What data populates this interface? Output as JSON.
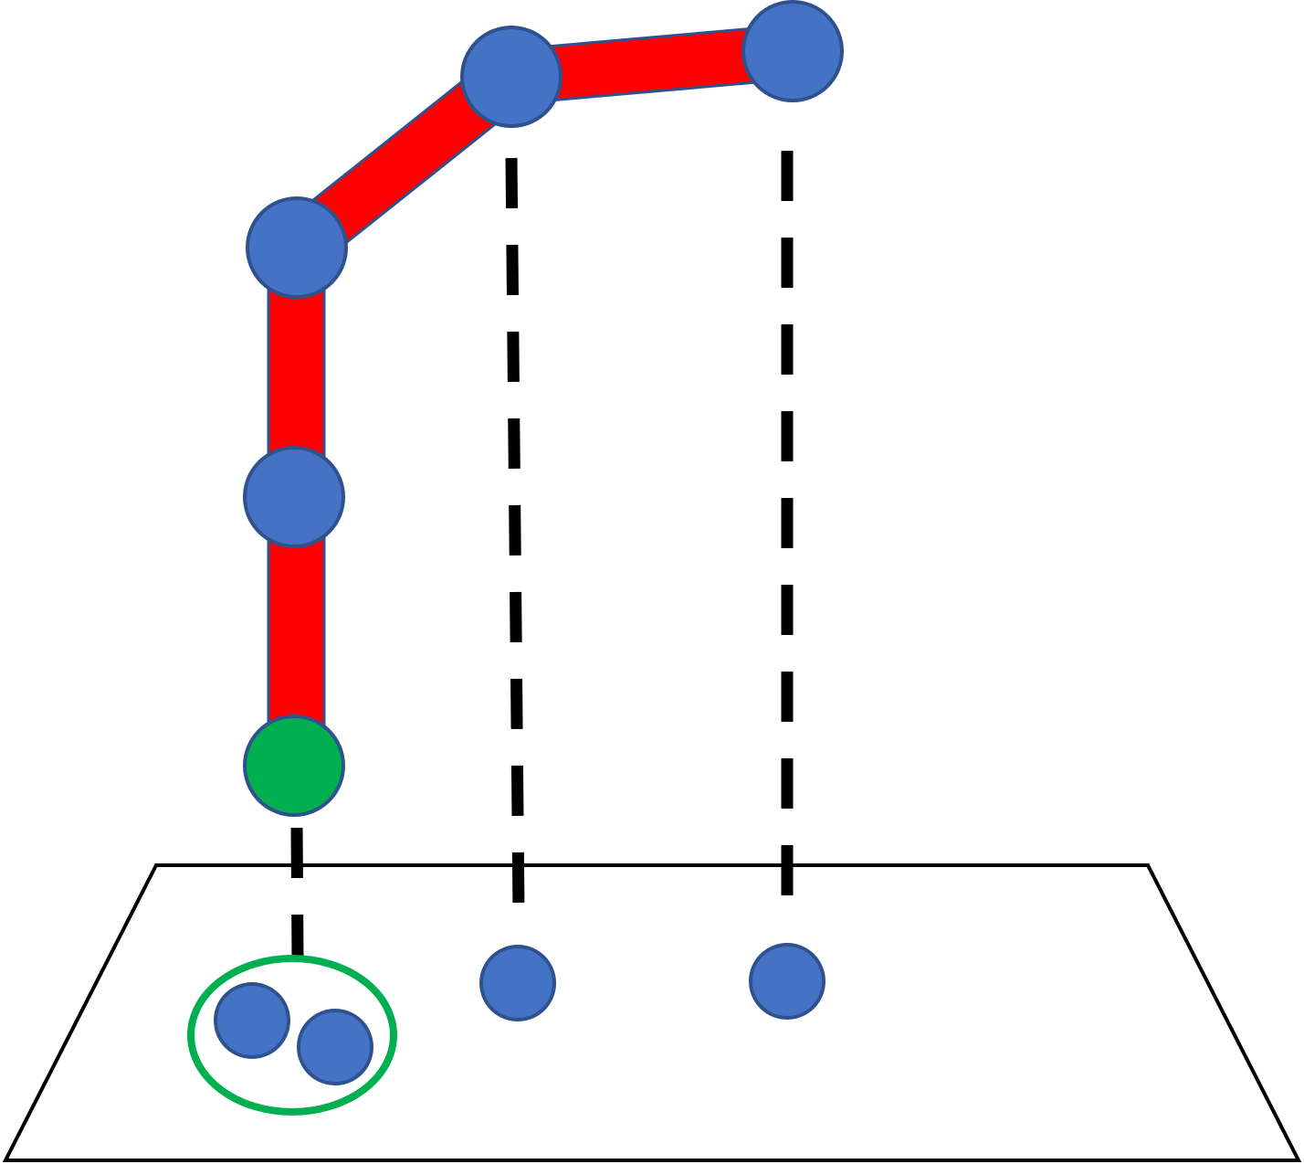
{
  "colors": {
    "background": "#ffffff",
    "link_fill": "#ff0000",
    "link_outline": "#2f528f",
    "joint_fill": "#4472c4",
    "joint_outline": "#2f528f",
    "end_effector_fill": "#00b050",
    "projection_line": "#000000",
    "plane_outline": "#000000",
    "grouping_ring": "#00b050"
  },
  "arm": {
    "joints": [
      {
        "id": "joint-1",
        "role": "tip-joint"
      },
      {
        "id": "joint-2",
        "role": "elbow-joint"
      },
      {
        "id": "joint-3",
        "role": "shoulder-joint"
      },
      {
        "id": "joint-4",
        "role": "mid-joint"
      }
    ],
    "end_effector": {
      "id": "end-effector"
    },
    "links": [
      "link-1",
      "link-2",
      "link-3",
      "link-4"
    ]
  },
  "plane": {
    "projected_points": [
      "projection-a",
      "projection-b",
      "projection-c",
      "projection-d"
    ],
    "grouped_points": [
      "projection-a",
      "projection-b"
    ]
  }
}
